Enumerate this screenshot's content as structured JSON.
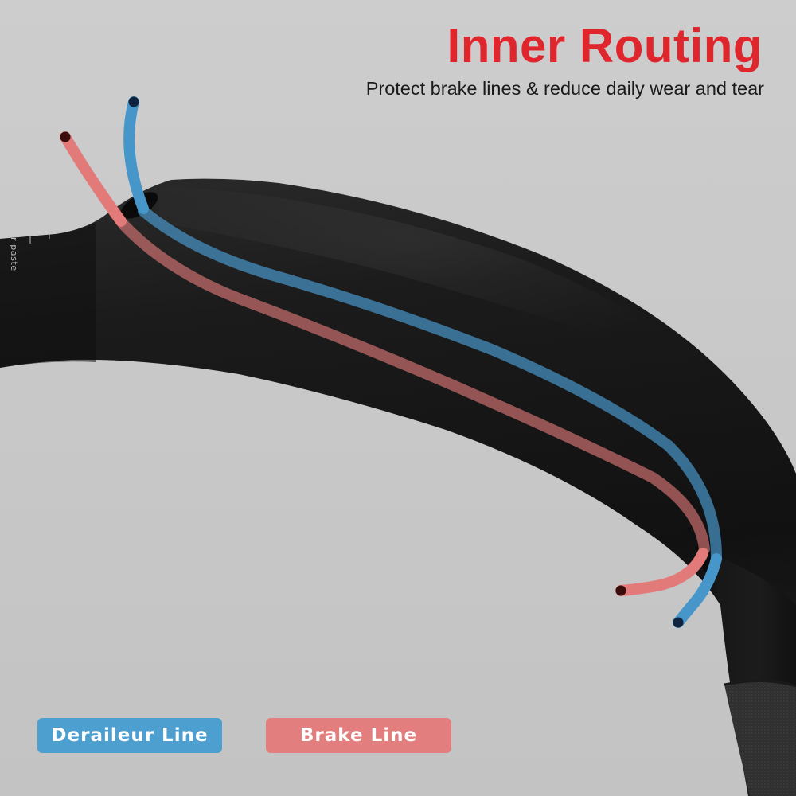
{
  "header": {
    "title": "Inner Routing",
    "subtitle": "Protect brake lines & reduce daily wear and tear"
  },
  "legend": {
    "derailleur_label": "Deraileur Line",
    "brake_label": "Brake Line"
  },
  "handlebar": {
    "marking_text": "r paste"
  },
  "icons": {
    "derailleur_line": "derailleur-cable-icon",
    "brake_line": "brake-cable-icon"
  },
  "colors": {
    "background": "#c9c9c9",
    "headline": "#e0262d",
    "subtitle": "#1a1a1a",
    "handlebar": "#161616",
    "derailleur_line": "#4796c9",
    "derailleur_tip": "#0f2240",
    "brake_line": "#e37a7a",
    "brake_tip": "#3a0d0d",
    "derailleur_badge": "#4d9fd0",
    "brake_badge": "#e27e7e",
    "badge_text": "#ffffff"
  }
}
